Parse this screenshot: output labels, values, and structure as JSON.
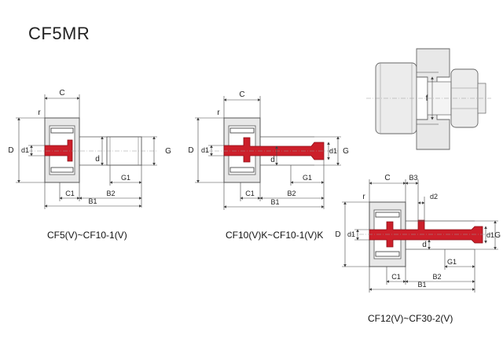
{
  "title": "CF5MR",
  "figures": [
    {
      "caption": "CF5(V)~CF10-1(V)"
    },
    {
      "caption": "CF10(V)K~CF10-1(V)K"
    },
    {
      "caption": "CF12(V)~CF30-2(V)"
    }
  ],
  "dimension_labels": {
    "C": "C",
    "r": "r",
    "D": "D",
    "d1": "d1",
    "d": "d",
    "G": "G",
    "G1": "G1",
    "C1": "C1",
    "B1": "B1",
    "B2": "B2",
    "B3": "B3",
    "d2": "d2",
    "f": "f"
  },
  "colors": {
    "stud": "#cc1f2a",
    "bearing_fill": "#e8e8e8",
    "dimension_line": "#444444",
    "mount_fill": "#e8e8e8"
  }
}
